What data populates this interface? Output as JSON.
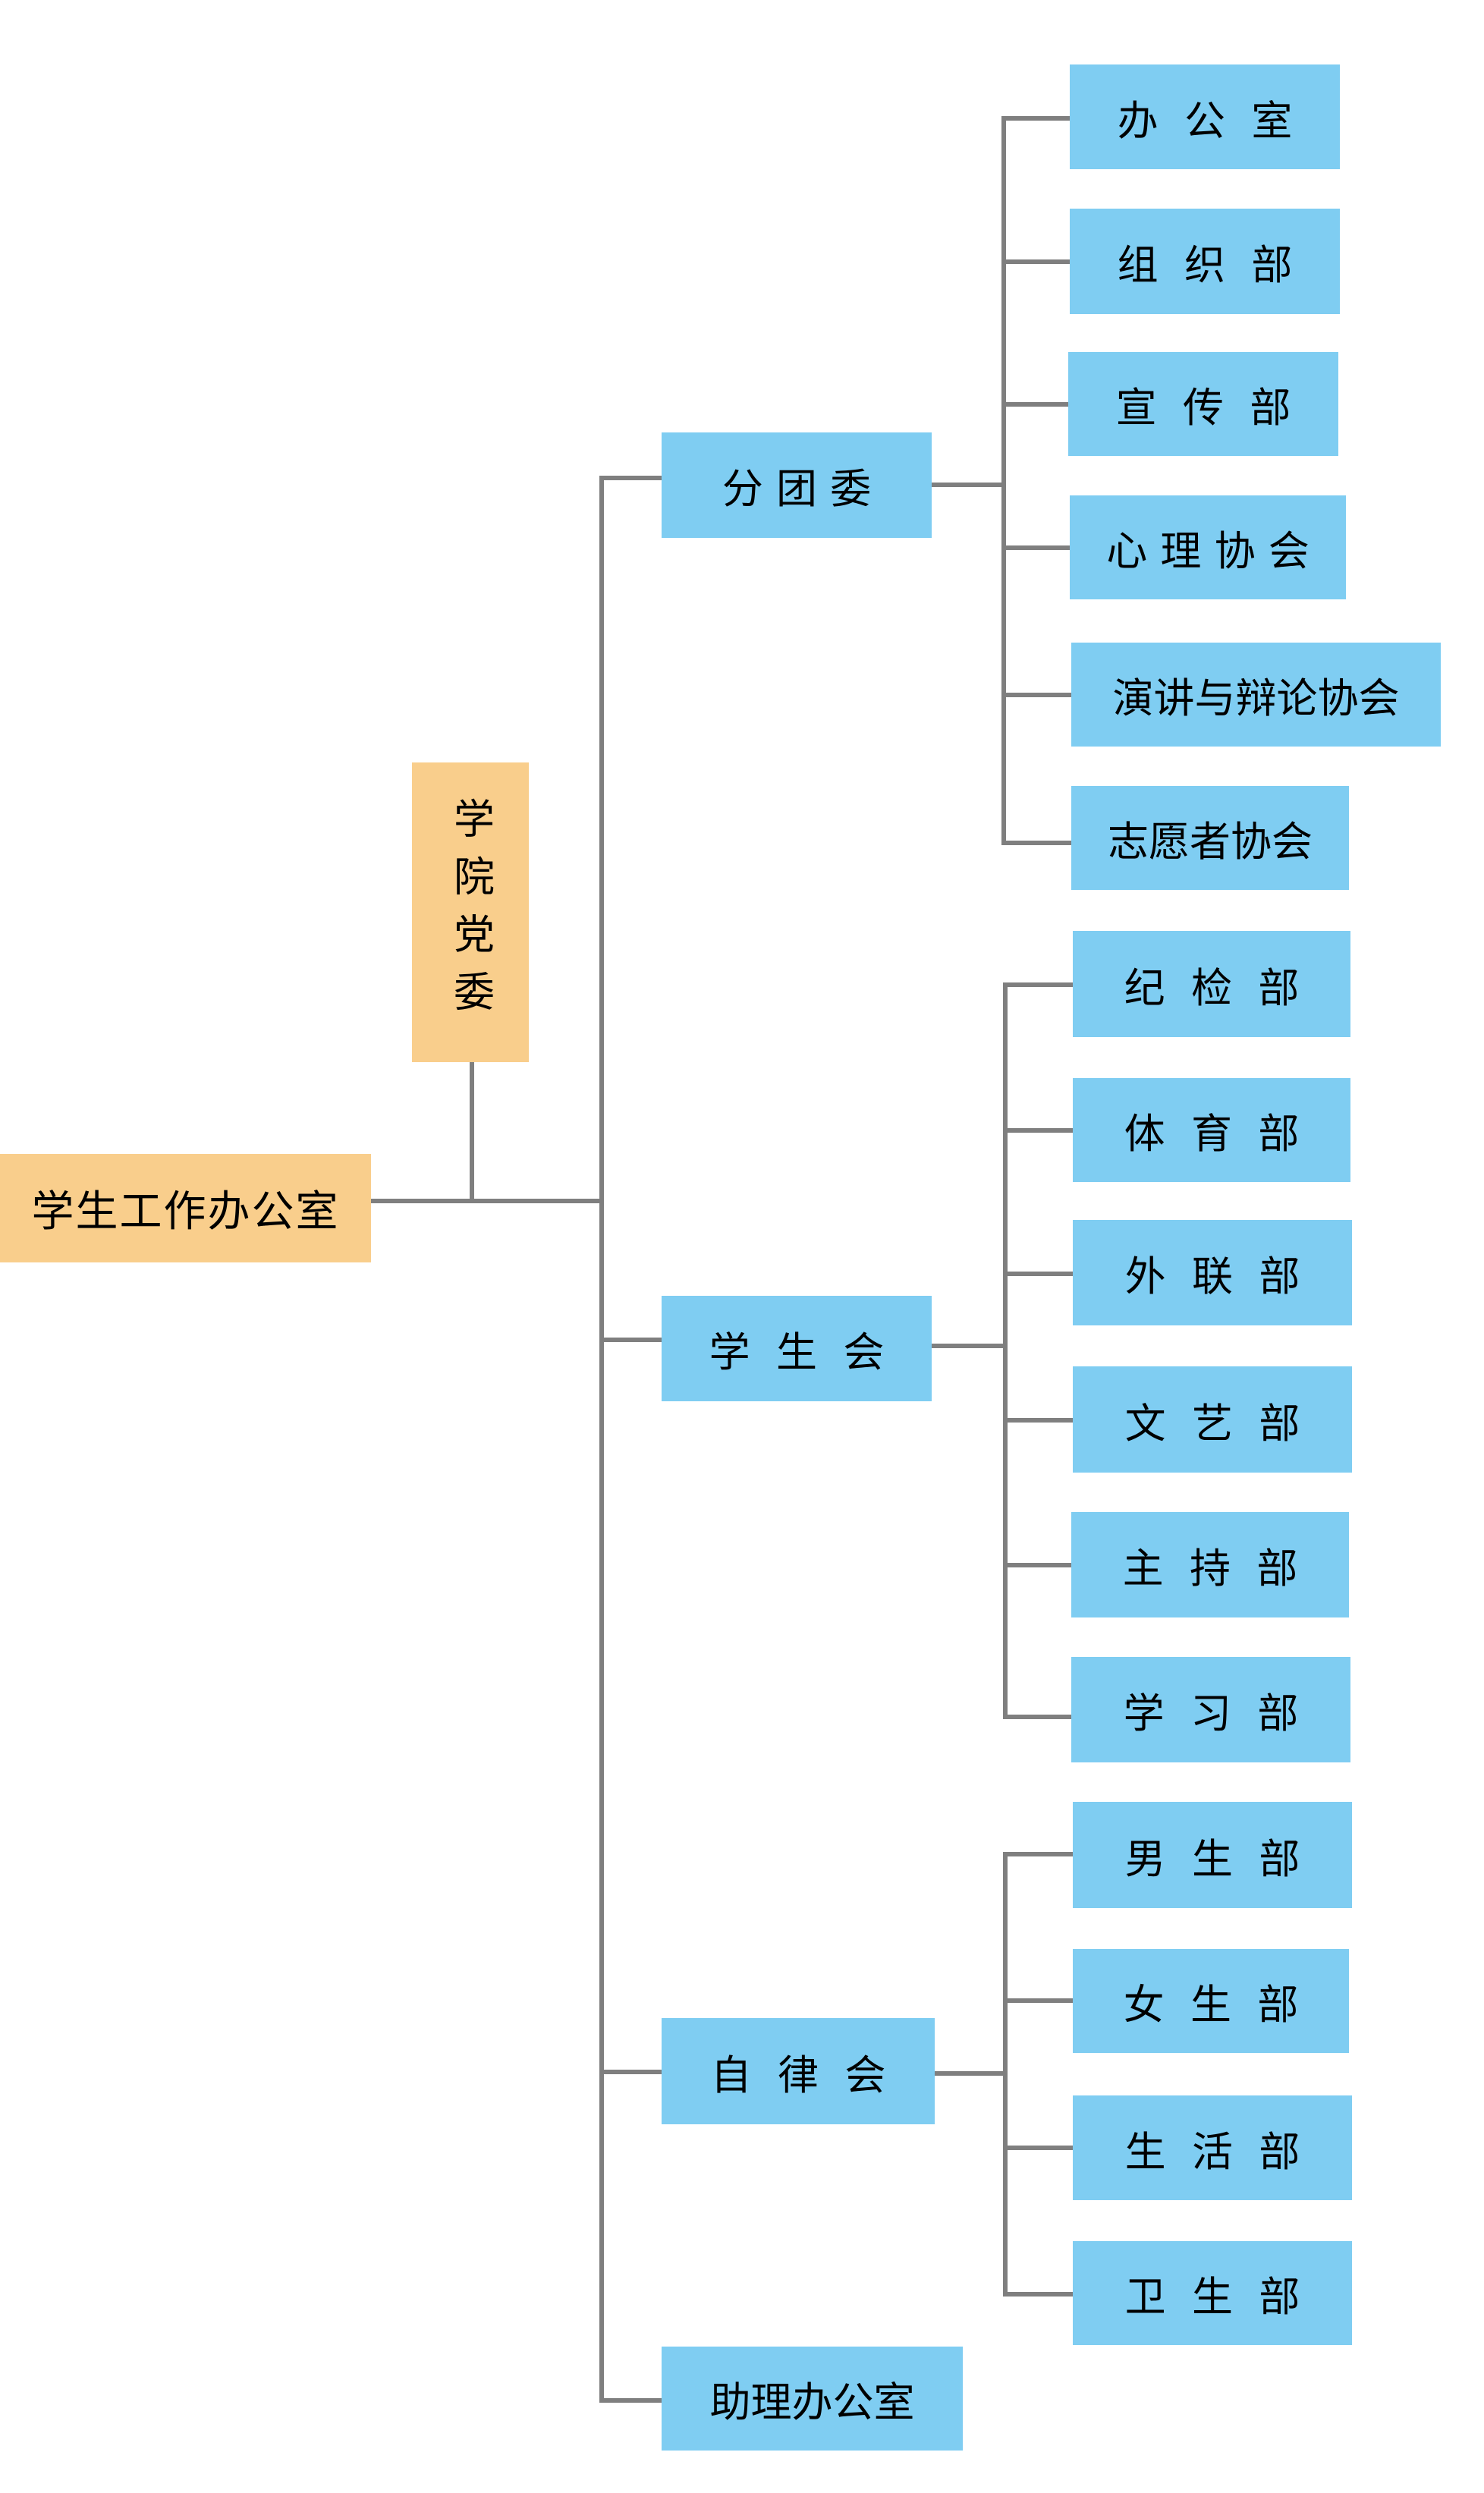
{
  "chart_title": "",
  "root": {
    "label": "学生工作办公室"
  },
  "party_committee": {
    "label": "学院党委"
  },
  "branches": [
    {
      "label": "分 团 委",
      "children": [
        "办  公  室",
        "组  织  部",
        "宣  传  部",
        "心 理 协 会",
        "演讲与辩论协会",
        "志愿者协会"
      ]
    },
    {
      "label": "学  生  会",
      "children": [
        "纪  检  部",
        "体  育  部",
        "外  联  部",
        "文  艺  部",
        "主  持  部",
        "学  习  部"
      ]
    },
    {
      "label": "自  律  会",
      "children": [
        "男  生  部",
        "女  生  部",
        "生  活  部",
        "卫  生  部"
      ]
    },
    {
      "label": "助理办公室",
      "children": []
    }
  ],
  "colors": {
    "root_fill": "#F9CE8C",
    "node_fill": "#7FCDF2",
    "connector": "#7F7F7F"
  }
}
